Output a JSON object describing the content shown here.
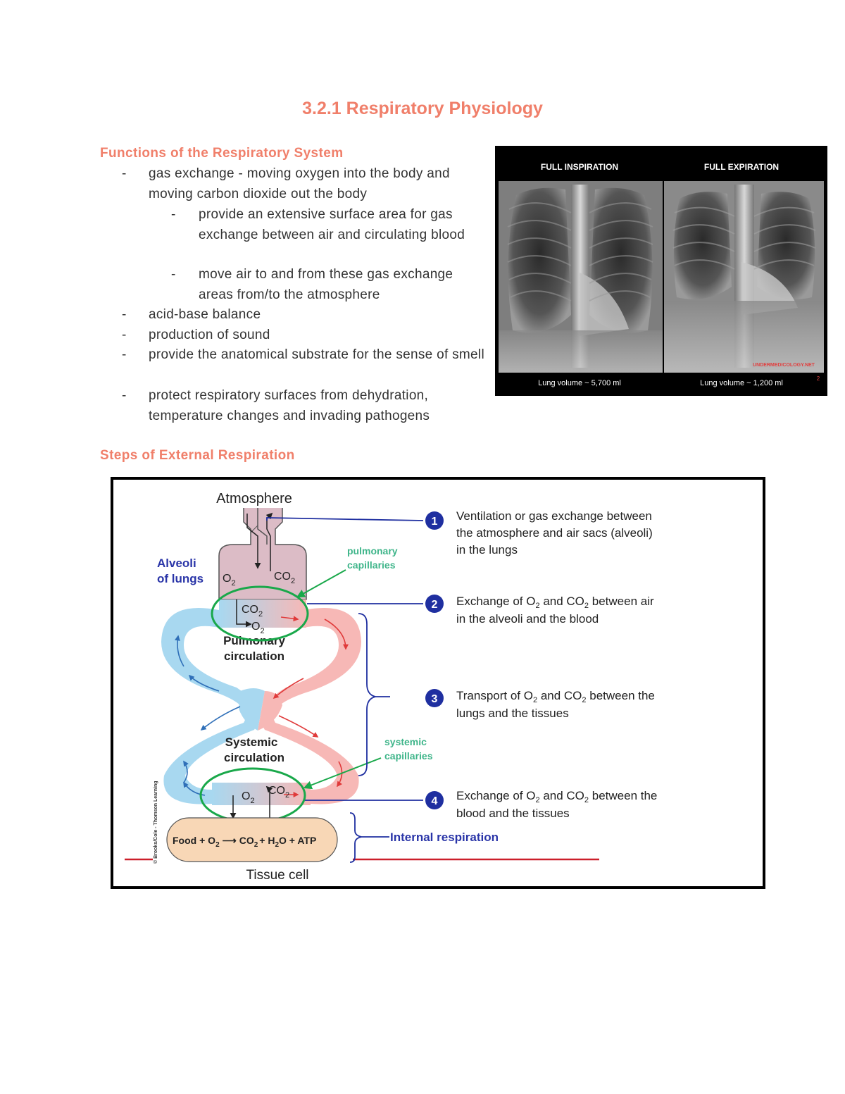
{
  "title": "3.2.1 Respiratory Physiology",
  "functions": {
    "heading": "Functions of the Respiratory System",
    "items": [
      {
        "dash": "-",
        "text": "gas exchange - moving oxygen into the body and moving carbon dioxide out the body"
      },
      {
        "dash": "-",
        "text": "provide an extensive surface area for gas exchange between air and circulating blood"
      },
      {
        "dash": "-",
        "text": "move air to and from these gas exchange areas from/to the atmosphere"
      },
      {
        "dash": "-",
        "text": "acid-base balance"
      },
      {
        "dash": "-",
        "text": "production of sound"
      },
      {
        "dash": "-",
        "text": "provide the anatomical substrate for the sense of smell"
      },
      {
        "dash": "-",
        "text": "protect respiratory surfaces from dehydration, temperature changes and invading pathogens"
      }
    ]
  },
  "xray": {
    "left_label": "FULL INSPIRATION",
    "right_label": "FULL EXPIRATION",
    "left_volume": "Lung volume ~ 5,700 ml",
    "right_volume": "Lung volume ~ 1,200 ml",
    "watermark": "UNDERMEDICOLOGY.NET",
    "corner_mark": "2"
  },
  "steps": {
    "heading": "Steps of External Respiration"
  },
  "diagram": {
    "atmosphere": "Atmosphere",
    "alveoli_line1": "Alveoli",
    "alveoli_line2": "of lungs",
    "pulmonary_capillaries_line1": "pulmonary",
    "pulmonary_capillaries_line2": "capillaries",
    "systemic_capillaries_line1": "systemic",
    "systemic_capillaries_line2": "capillaries",
    "pulmonary_circulation_line1": "Pulmonary",
    "pulmonary_circulation_line2": "circulation",
    "systemic_circulation_line1": "Systemic",
    "systemic_circulation_line2": "circulation",
    "o2": "O",
    "co2": "CO",
    "sub2": "2",
    "food_equation": {
      "food": "Food + O",
      "arrow": "⟶",
      "co2": "CO",
      "h2o_a": "+ H",
      "h2o_b": "O + ATP"
    },
    "tissue_cell": "Tissue cell",
    "internal_respiration": "Internal respiration",
    "credit": "© Brooks/Cole - Thomson Learning",
    "colors": {
      "blue_vessel": "#a8d8f0",
      "red_vessel": "#f7b8b6",
      "green_ring": "#19a84a",
      "navy": "#1f2fa0",
      "teal_label": "#3fb58a",
      "alveoli_label": "#2a35a8"
    },
    "steps": [
      {
        "num": "1",
        "line1": "Ventilation or gas exchange between",
        "line2": "the atmosphere and air sacs (alveoli)",
        "line3": "in the lungs"
      },
      {
        "num": "2",
        "line1a": "Exchange of O",
        "line1b": " and CO",
        "line1c": " between air",
        "line2": "in the alveoli and the blood"
      },
      {
        "num": "3",
        "line1a": "Transport of O",
        "line1b": " and CO",
        "line1c": " between the",
        "line2": "lungs and the tissues"
      },
      {
        "num": "4",
        "line1a": "Exchange of O",
        "line1b": " and CO",
        "line1c": " between the",
        "line2": "blood and the tissues"
      }
    ]
  }
}
